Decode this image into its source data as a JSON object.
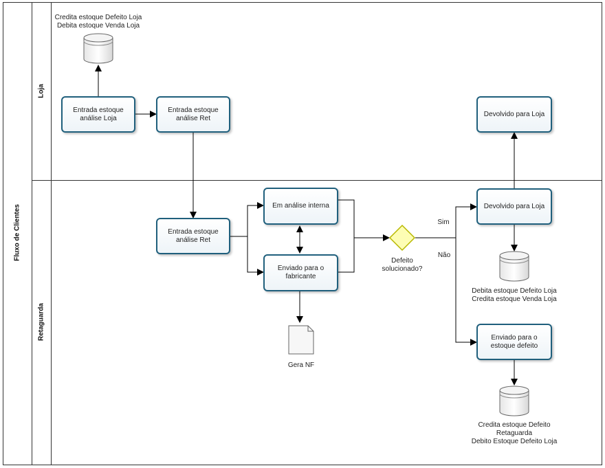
{
  "pool": {
    "title": "Fluxo de Clientes"
  },
  "lanes": [
    {
      "id": "loja",
      "label": "Loja"
    },
    {
      "id": "retaguarda",
      "label": "Retaguarda"
    }
  ],
  "tasks": {
    "entrada_loja": "Entrada estoque\nanálise Loja",
    "entrada_ret_loja": "Entrada estoque\nanálise Ret",
    "devolvido_loja_top": "Devolvido para Loja",
    "entrada_ret": "Entrada estoque\nanálise Ret",
    "em_analise": "Em análise interna",
    "enviado_fabricante": "Enviado para o\nfabricante",
    "devolvido_loja_ret": "Devolvido para Loja",
    "enviado_defeito": "Enviado para o\nestoque defeito"
  },
  "gateway": {
    "label_line1": "Defeito",
    "label_line2": "solucionado?",
    "yes": "Sim",
    "no": "Não"
  },
  "datastores": {
    "loja": {
      "line1": "Credita estoque Defeito Loja",
      "line2": "Debita estoque Venda Loja"
    },
    "devolvido": {
      "line1": "Debita estoque Defeito Loja",
      "line2": "Credita estoque Venda Loja"
    },
    "defeito": {
      "line1": "Credita estoque Defeito",
      "line2": "Retaguarda",
      "line3": "Debito Estoque Defeito Loja"
    }
  },
  "document": {
    "label": "Gera NF"
  },
  "colors": {
    "task_border": "#1f5f7c",
    "gateway_fill": "#fdfdb4",
    "gateway_border": "#b8b800",
    "line": "#000000"
  }
}
